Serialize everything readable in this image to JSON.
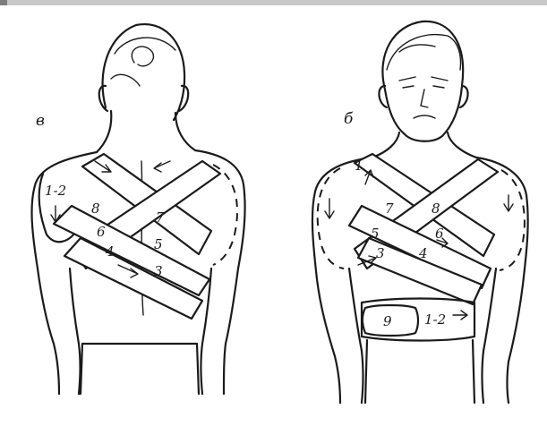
{
  "panels": [
    {
      "letter": "в",
      "turns": {
        "t12": "1-2",
        "t3": "3",
        "t4": "4",
        "t5": "5",
        "t6": "6",
        "t7": "7",
        "t8": "8"
      }
    },
    {
      "letter": "б",
      "turns": {
        "t1": "1",
        "t3": "3",
        "t4": "4",
        "t5": "5",
        "t6": "6",
        "t7": "7",
        "t8": "8",
        "t9": "9",
        "t12": "1-2"
      }
    }
  ]
}
